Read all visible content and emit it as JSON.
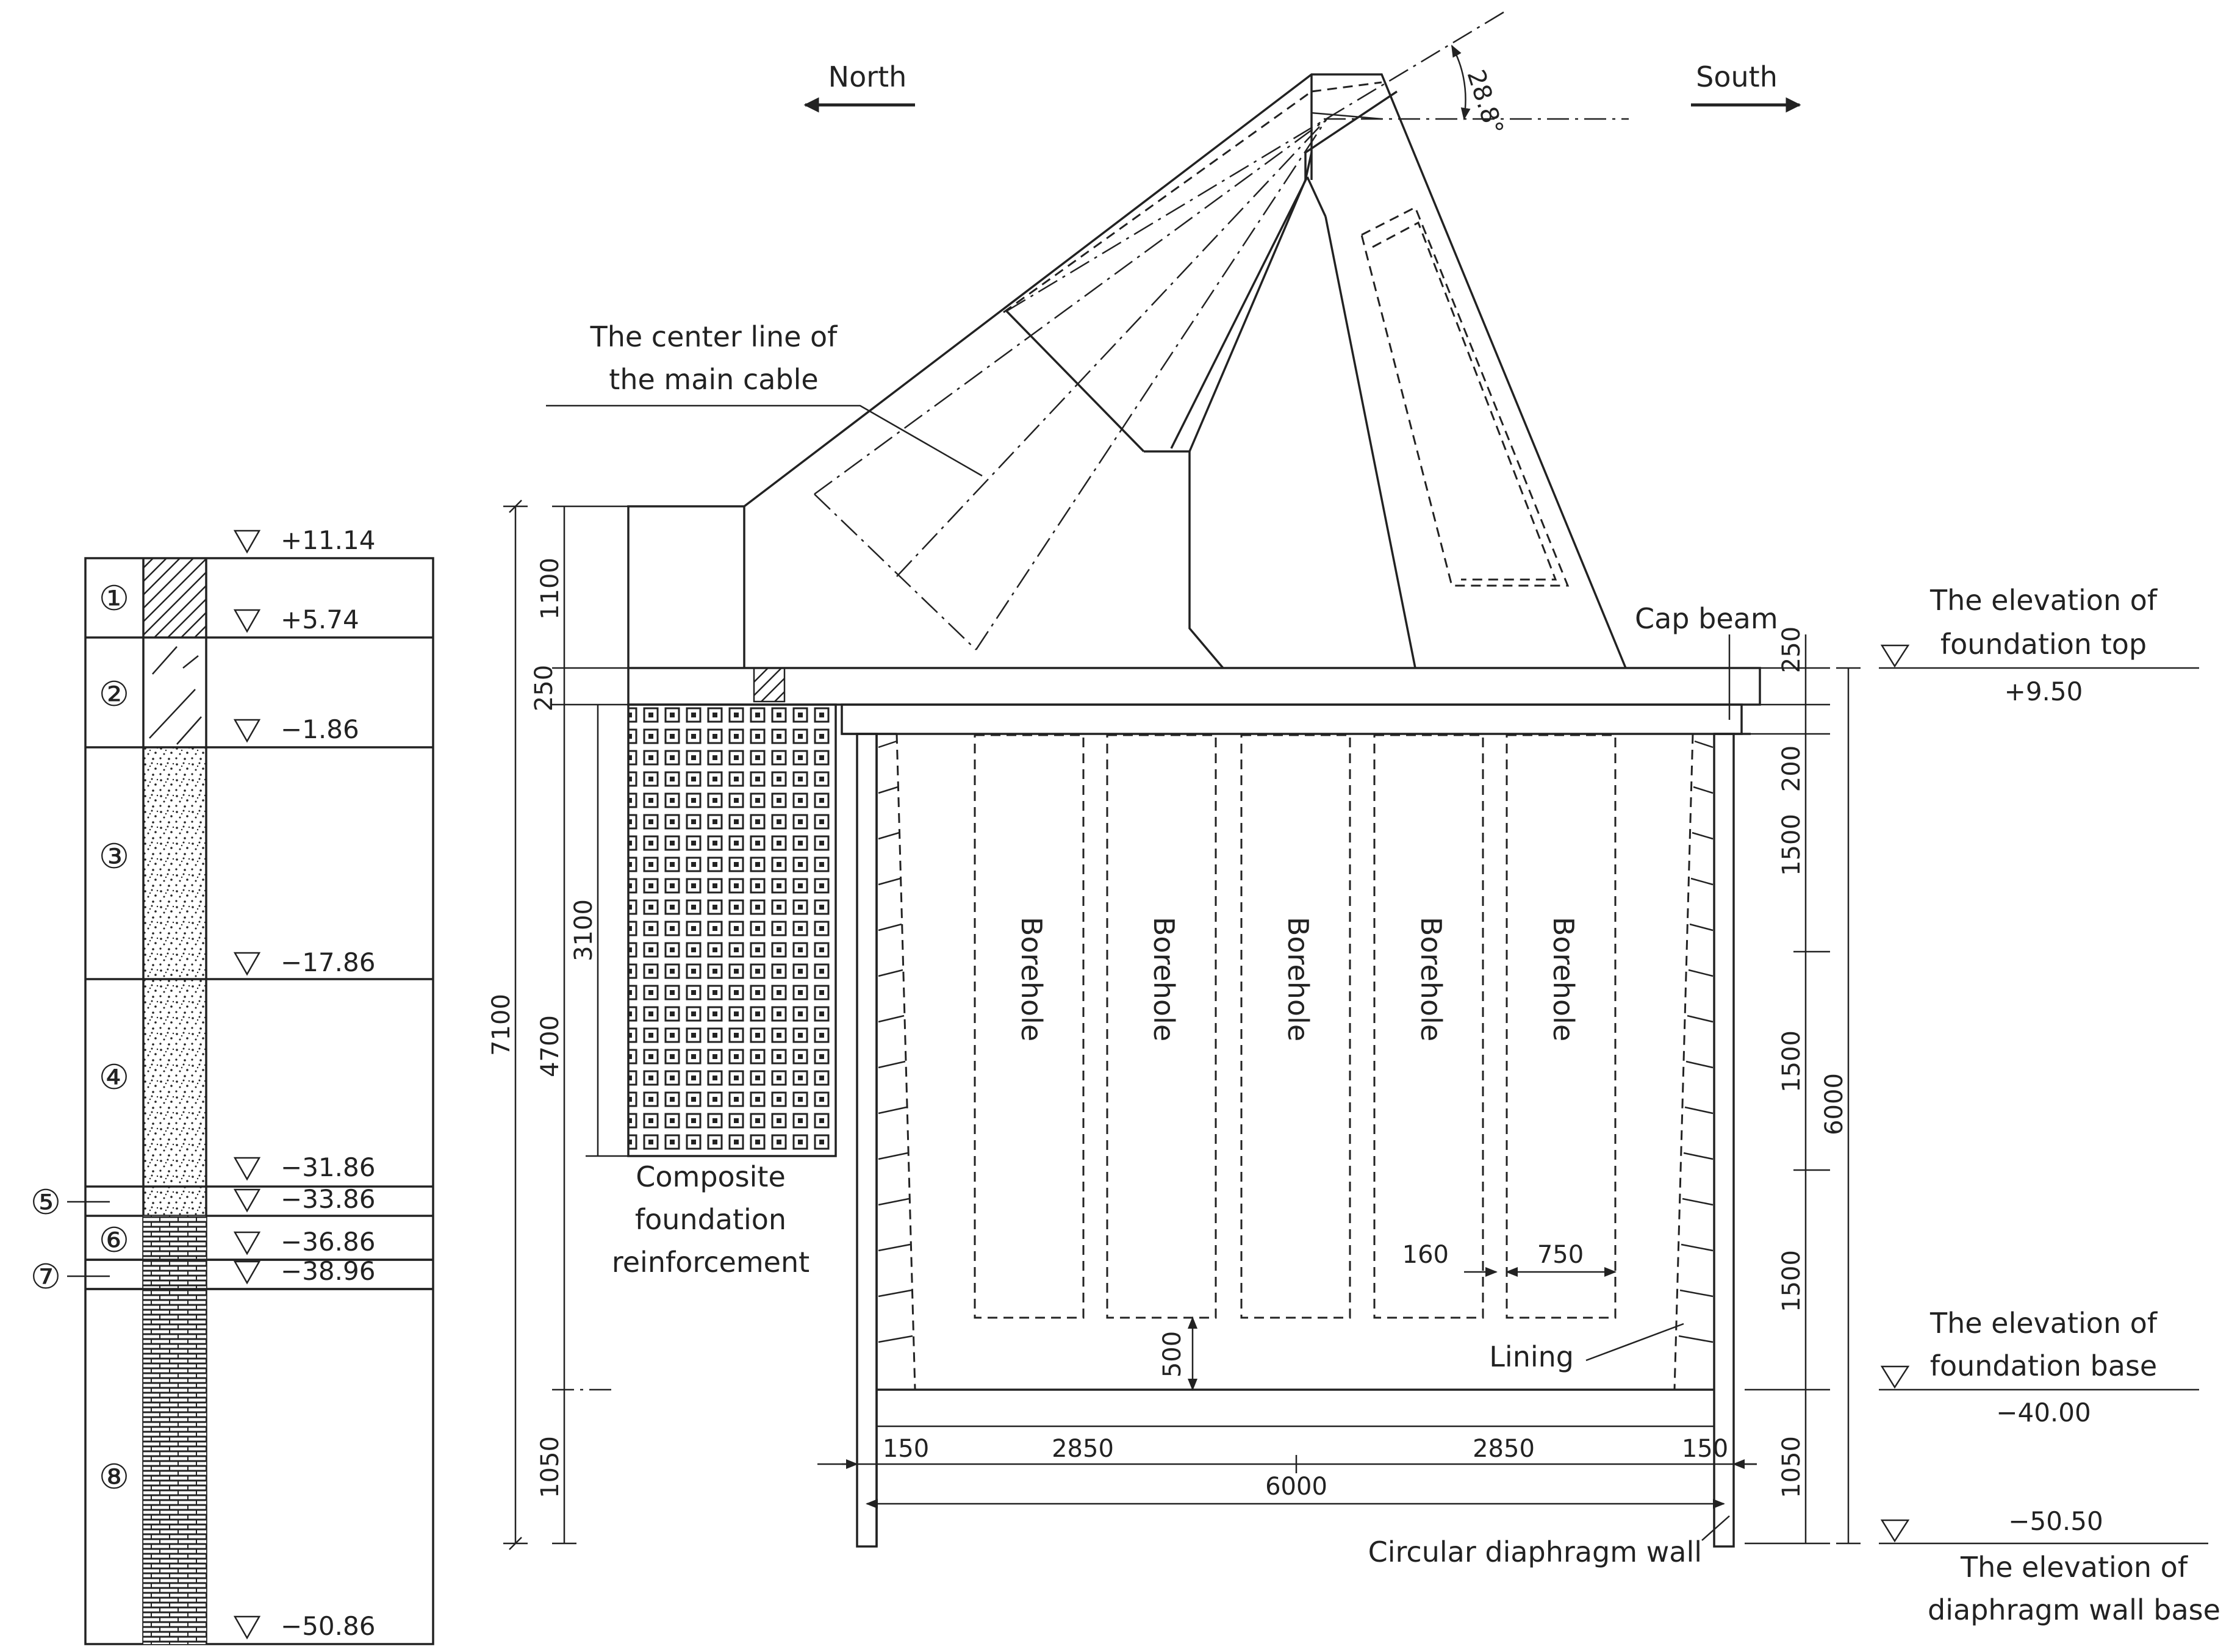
{
  "directions": {
    "north": "North",
    "south": "South"
  },
  "angle": "28.8°",
  "labels": {
    "main_cable_line1": "The center line of",
    "main_cable_line2": "the main cable",
    "cap_beam": "Cap beam",
    "composite_line1": "Composite",
    "composite_line2": "foundation",
    "composite_line3": "reinforcement",
    "lining": "Lining",
    "diaphragm_wall": "Circular diaphragm wall",
    "borehole": "Borehole"
  },
  "elevations": {
    "foundation_top": {
      "title1": "The elevation of",
      "title2": "foundation top",
      "value": "+9.50"
    },
    "foundation_base": {
      "title1": "The elevation of",
      "title2": "foundation base",
      "value": "−40.00"
    },
    "wall_base": {
      "title1": "The elevation of",
      "title2": "diaphragm wall base",
      "value": "−50.50"
    }
  },
  "soil_layers": [
    {
      "id": "①",
      "pattern": "hatch"
    },
    {
      "id": "②",
      "pattern": "clay"
    },
    {
      "id": "③",
      "pattern": "sand"
    },
    {
      "id": "④",
      "pattern": "sand"
    },
    {
      "id": "⑤",
      "pattern": "sand"
    },
    {
      "id": "⑥",
      "pattern": "rock"
    },
    {
      "id": "⑦",
      "pattern": "rock"
    },
    {
      "id": "⑧",
      "pattern": "rock"
    }
  ],
  "soil_elevations": [
    "+11.14",
    "+5.74",
    "−1.86",
    "−17.86",
    "−31.86",
    "−33.86",
    "−36.86",
    "−38.96",
    "−50.86"
  ],
  "dimensions": {
    "left_total": "7100",
    "left_1100": "1100",
    "left_250": "250",
    "left_4700": "4700",
    "left_3100": "3100",
    "left_1050": "1050",
    "right_250": "250",
    "right_200": "200",
    "right_1500_a": "1500",
    "right_1500_b": "1500",
    "right_1500_c": "1500",
    "right_1050": "1050",
    "right_6000": "6000",
    "bottom_150_left": "150",
    "bottom_2850_left": "2850",
    "bottom_2850_right": "2850",
    "bottom_150_right": "150",
    "bottom_6000": "6000",
    "gap_160": "160",
    "width_750": "750",
    "depth_500": "500"
  }
}
